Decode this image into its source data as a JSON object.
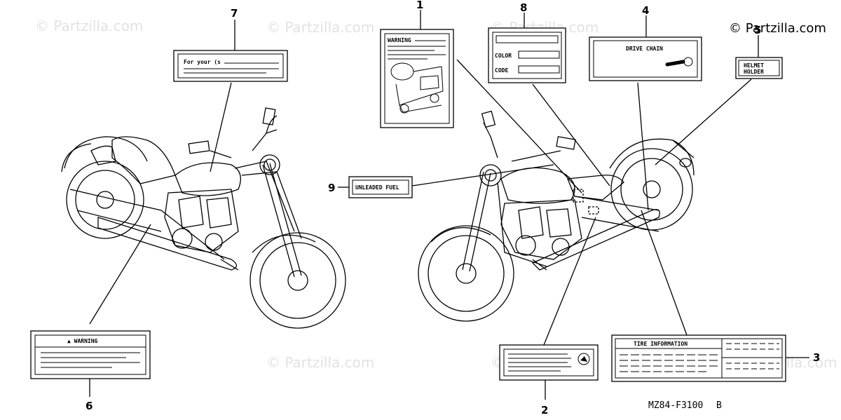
{
  "watermark": "© Partzilla.com",
  "brand": "© Partzilla.com",
  "diagram_code": "MZ84-F3100",
  "diagram_suffix": "B",
  "callouts": [
    "1",
    "2",
    "3",
    "4",
    "5",
    "6",
    "7",
    "8",
    "9"
  ],
  "labels": {
    "l1_title": "WARNING",
    "l6_title": "▲ WARNING",
    "l7_text": "For your (s",
    "l8_color": "COLOR",
    "l8_code": "CODE",
    "l4_title": "DRIVE CHAIN",
    "l5_line1": "HELMET",
    "l5_line2": "HOLDER",
    "l9_text": "UNLEADED FUEL",
    "l3_title": "TIRE INFORMATION"
  }
}
